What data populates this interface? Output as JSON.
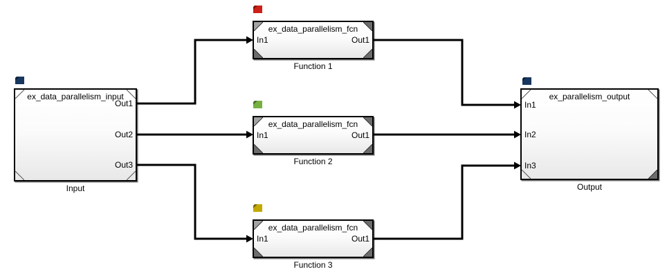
{
  "blocks": {
    "input": {
      "title": "ex_data_parallelism_input",
      "label": "Input",
      "ports": {
        "out1": "Out1",
        "out2": "Out2",
        "out3": "Out3"
      },
      "badge_color": "#17375e"
    },
    "function1": {
      "title": "ex_data_parallelism_fcn",
      "label": "Function 1",
      "ports": {
        "in": "In1",
        "out": "Out1"
      },
      "badge_color": "#cd2018"
    },
    "function2": {
      "title": "ex_data_parallelism_fcn",
      "label": "Function 2",
      "ports": {
        "in": "In1",
        "out": "Out1"
      },
      "badge_color": "#76b041"
    },
    "function3": {
      "title": "ex_data_parallelism_fcn",
      "label": "Function 3",
      "ports": {
        "in": "In1",
        "out": "Out1"
      },
      "badge_color": "#c3a800"
    },
    "output": {
      "title": "ex_parallelism_output",
      "label": "Output",
      "ports": {
        "in1": "In1",
        "in2": "In2",
        "in3": "In3"
      },
      "badge_color": "#17375e"
    }
  },
  "colors": {
    "signal_line": "#000000",
    "block_border": "#000000",
    "block_fill_top": "#ffffff",
    "block_fill_bottom": "#e8e8e8"
  }
}
